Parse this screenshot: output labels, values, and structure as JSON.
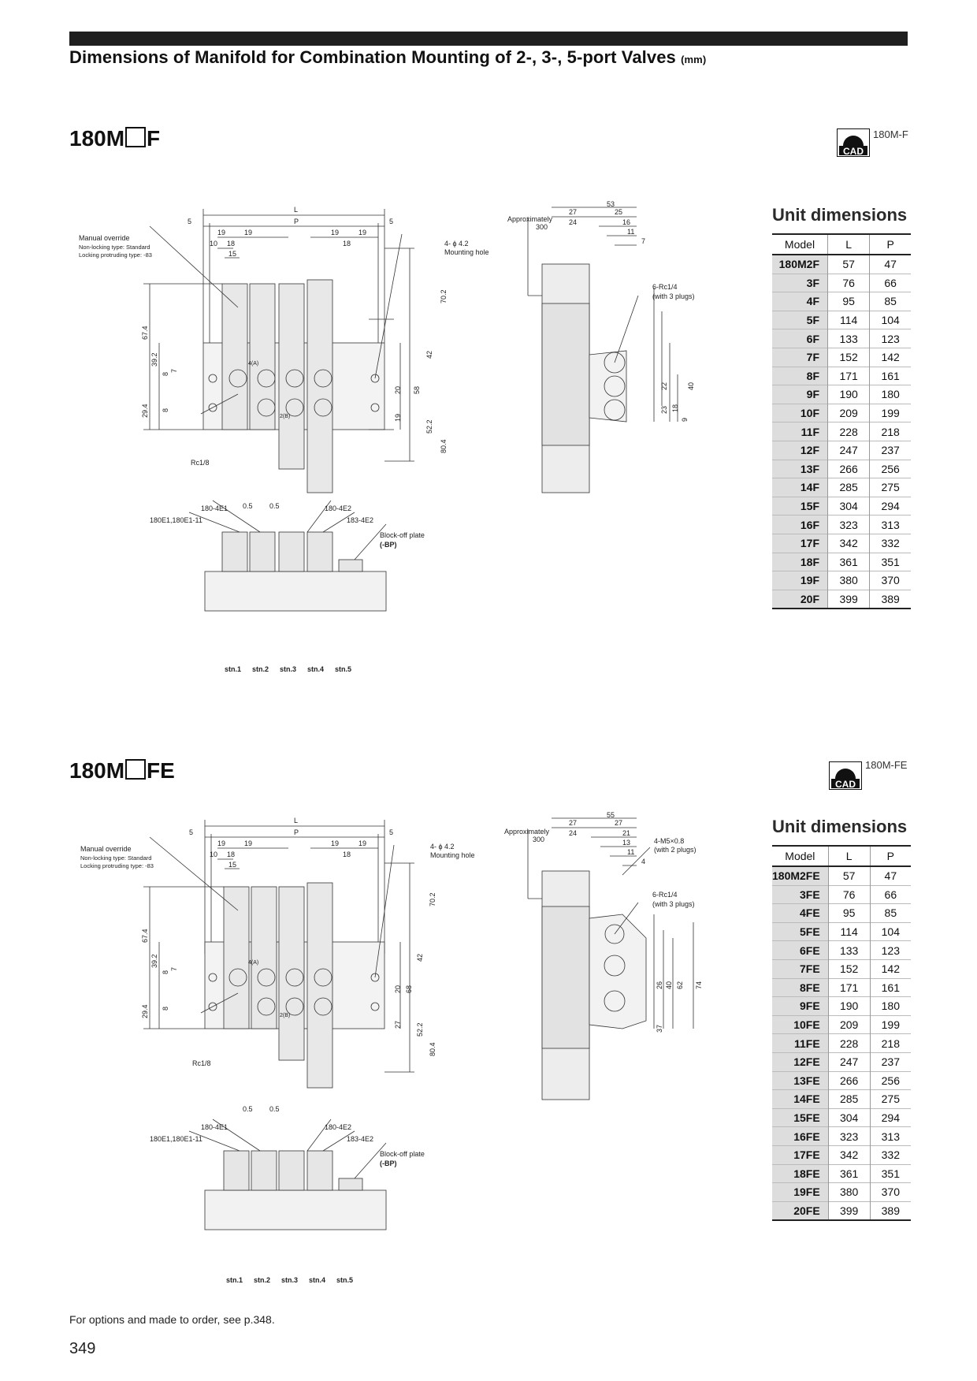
{
  "header": {
    "title": "Dimensions of Manifold for Combination Mounting of 2-, 3-, 5-port Valves",
    "unit": "(mm)"
  },
  "sections": [
    {
      "model_prefix": "180M",
      "model_suffix": "F",
      "cad_label": "CAD",
      "cad_ref": "180M-F",
      "table_title": "Unit dimensions",
      "columns": [
        "Model",
        "L",
        "P"
      ],
      "rows": [
        [
          "180M2F",
          "57",
          "47"
        ],
        [
          "3F",
          "76",
          "66"
        ],
        [
          "4F",
          "95",
          "85"
        ],
        [
          "5F",
          "114",
          "104"
        ],
        [
          "6F",
          "133",
          "123"
        ],
        [
          "7F",
          "152",
          "142"
        ],
        [
          "8F",
          "171",
          "161"
        ],
        [
          "9F",
          "190",
          "180"
        ],
        [
          "10F",
          "209",
          "199"
        ],
        [
          "11F",
          "228",
          "218"
        ],
        [
          "12F",
          "247",
          "237"
        ],
        [
          "13F",
          "266",
          "256"
        ],
        [
          "14F",
          "285",
          "275"
        ],
        [
          "15F",
          "304",
          "294"
        ],
        [
          "16F",
          "323",
          "313"
        ],
        [
          "17F",
          "342",
          "332"
        ],
        [
          "18F",
          "361",
          "351"
        ],
        [
          "19F",
          "380",
          "370"
        ],
        [
          "20F",
          "399",
          "389"
        ]
      ],
      "drawing": {
        "dim_L": "L",
        "dim_P": "P",
        "dim_5a": "5",
        "dim_5b": "5",
        "dim_19a": "19",
        "dim_19b": "19",
        "dim_19c": "19",
        "dim_19d": "19",
        "dim_10": "10",
        "dim_18a": "18",
        "dim_18b": "18",
        "dim_15": "15",
        "manual_override": "Manual override",
        "non_locking": "Non-locking type: Standard",
        "locking": "Locking protruding type: -83",
        "mounting_hole_dim": "4- ϕ 4.2",
        "mounting_hole": "Mounting hole",
        "dim_67_4": "67.4",
        "dim_39_2": "39.2",
        "dim_29_4": "29.4",
        "dim_8a": "8",
        "dim_7": "7",
        "dim_8b": "8",
        "dim_70_2": "70.2",
        "dim_42": "42",
        "dim_20": "20",
        "dim_58": "58",
        "dim_19v": "19",
        "dim_52_2": "52.2",
        "dim_80_4": "80.4",
        "rc18": "Rc1/8",
        "dim_0_5a": "0.5",
        "dim_0_5b": "0.5",
        "port_4a": "4(A)",
        "port_2b": "2(B)",
        "approx": "Approximately",
        "dim_300": "300",
        "dim_53": "53",
        "dim_27": "27",
        "dim_25": "25",
        "dim_24": "24",
        "dim_16": "16",
        "dim_11": "11",
        "dim_7s": "7",
        "rc14": "6-Rc1/4",
        "plugs3": "(with 3 plugs)",
        "dim_22": "22",
        "dim_40": "40",
        "dim_23": "23",
        "dim_18s": "18",
        "dim_9": "9",
        "label_4e1": "180-4E1",
        "label_e1": "180E1,180E1-11",
        "label_4e2": "180-4E2",
        "label_183": "183-4E2",
        "blockoff": "Block-off plate",
        "bp": "(-BP)",
        "stations": [
          "stn.1",
          "stn.2",
          "stn.3",
          "stn.4",
          "stn.5"
        ]
      }
    },
    {
      "model_prefix": "180M",
      "model_suffix": "FE",
      "cad_label": "CAD",
      "cad_ref": "180M-FE",
      "table_title": "Unit dimensions",
      "columns": [
        "Model",
        "L",
        "P"
      ],
      "rows": [
        [
          "180M2FE",
          "57",
          "47"
        ],
        [
          "3FE",
          "76",
          "66"
        ],
        [
          "4FE",
          "95",
          "85"
        ],
        [
          "5FE",
          "114",
          "104"
        ],
        [
          "6FE",
          "133",
          "123"
        ],
        [
          "7FE",
          "152",
          "142"
        ],
        [
          "8FE",
          "171",
          "161"
        ],
        [
          "9FE",
          "190",
          "180"
        ],
        [
          "10FE",
          "209",
          "199"
        ],
        [
          "11FE",
          "228",
          "218"
        ],
        [
          "12FE",
          "247",
          "237"
        ],
        [
          "13FE",
          "266",
          "256"
        ],
        [
          "14FE",
          "285",
          "275"
        ],
        [
          "15FE",
          "304",
          "294"
        ],
        [
          "16FE",
          "323",
          "313"
        ],
        [
          "17FE",
          "342",
          "332"
        ],
        [
          "18FE",
          "361",
          "351"
        ],
        [
          "19FE",
          "380",
          "370"
        ],
        [
          "20FE",
          "399",
          "389"
        ]
      ],
      "drawing": {
        "dim_L": "L",
        "dim_P": "P",
        "dim_5a": "5",
        "dim_5b": "5",
        "dim_19a": "19",
        "dim_19b": "19",
        "dim_19c": "19",
        "dim_19d": "19",
        "dim_10": "10",
        "dim_18a": "18",
        "dim_18b": "18",
        "dim_15": "15",
        "manual_override": "Manual override",
        "non_locking": "Non-locking type: Standard",
        "locking": "Locking protruding type: -83",
        "mounting_hole_dim": "4- ϕ 4.2",
        "mounting_hole": "Mounting hole",
        "dim_67_4": "67.4",
        "dim_39_2": "39.2",
        "dim_29_4": "29.4",
        "dim_8a": "8",
        "dim_7": "7",
        "dim_8b": "8",
        "dim_70_2": "70.2",
        "dim_42": "42",
        "dim_20": "20",
        "dim_68": "68",
        "dim_27v": "27",
        "dim_52_2": "52.2",
        "dim_80_4": "80.4",
        "rc18": "Rc1/8",
        "dim_0_5a": "0.5",
        "dim_0_5b": "0.5",
        "port_4a": "4(A)",
        "port_2b": "2(B)",
        "approx": "Approximately",
        "dim_300": "300",
        "dim_55": "55",
        "dim_27a": "27",
        "dim_27b": "27",
        "dim_24": "24",
        "dim_21": "21",
        "dim_13": "13",
        "dim_11": "11",
        "dim_4": "4",
        "m5": "4-M5×0.8",
        "plugs2": "(with 2 plugs)",
        "rc14": "6-Rc1/4",
        "plugs3": "(with 3 plugs)",
        "dim_26": "26",
        "dim_40": "40",
        "dim_62": "62",
        "dim_74": "74",
        "dim_37": "37",
        "label_4e1": "180-4E1",
        "label_e1": "180E1,180E1-11",
        "label_4e2": "180-4E2",
        "label_183": "183-4E2",
        "blockoff": "Block-off plate",
        "bp": "(-BP)",
        "stations": [
          "stn.1",
          "stn.2",
          "stn.3",
          "stn.4",
          "stn.5"
        ]
      }
    }
  ],
  "footer": {
    "note": "For options and made to order, see p.348.",
    "page": "349"
  }
}
